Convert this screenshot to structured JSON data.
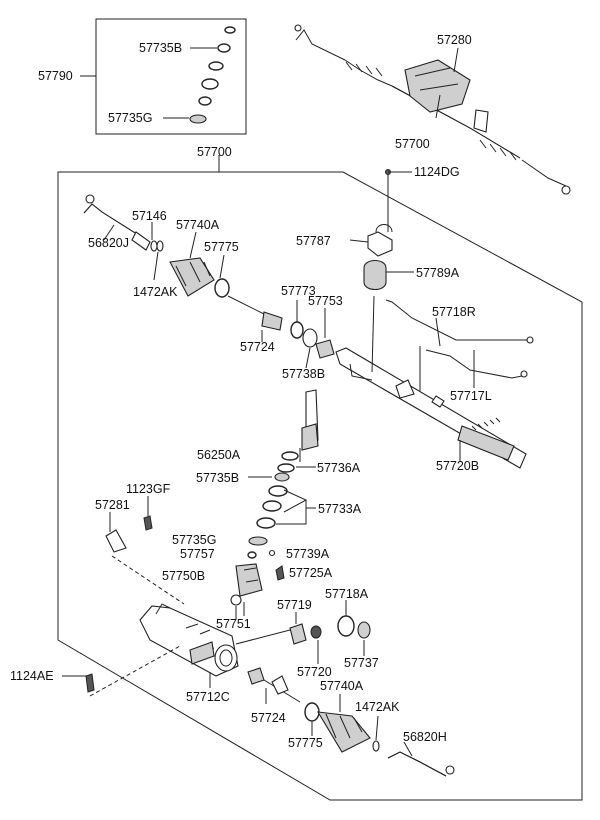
{
  "labels": {
    "l57790": "57790",
    "l57735B_box": "57735B",
    "l57735G_box": "57735G",
    "l57280": "57280",
    "l57700_top": "57700",
    "l57700_main": "57700",
    "l1124DG": "1124DG",
    "l57146": "57146",
    "l57740A_top": "57740A",
    "l57775_top": "57775",
    "l56820J": "56820J",
    "l1472AK_top": "1472AK",
    "l57787": "57787",
    "l57789A": "57789A",
    "l57773": "57773",
    "l57753": "57753",
    "l57718R": "57718R",
    "l57724_top": "57724",
    "l57738B": "57738B",
    "l57717L": "57717L",
    "l56250A": "56250A",
    "l57736A": "57736A",
    "l57720B": "57720B",
    "l57735B_mid": "57735B",
    "l57281": "57281",
    "l1123GF": "1123GF",
    "l57733A": "57733A",
    "l57735G_mid": "57735G",
    "l57739A": "57739A",
    "l57757": "57757",
    "l57750B": "57750B",
    "l57725A": "57725A",
    "l57719": "57719",
    "l57718A": "57718A",
    "l57751": "57751",
    "l57720": "57720",
    "l57737": "57737",
    "l1124AE": "1124AE",
    "l57712C": "57712C",
    "l57740A_bot": "57740A",
    "l1472AK_bot": "1472AK",
    "l57724_bot": "57724",
    "l56820H": "56820H",
    "l57775_bot": "57775"
  },
  "colors": {
    "line": "#222222",
    "text": "#111111",
    "background": "#ffffff"
  }
}
